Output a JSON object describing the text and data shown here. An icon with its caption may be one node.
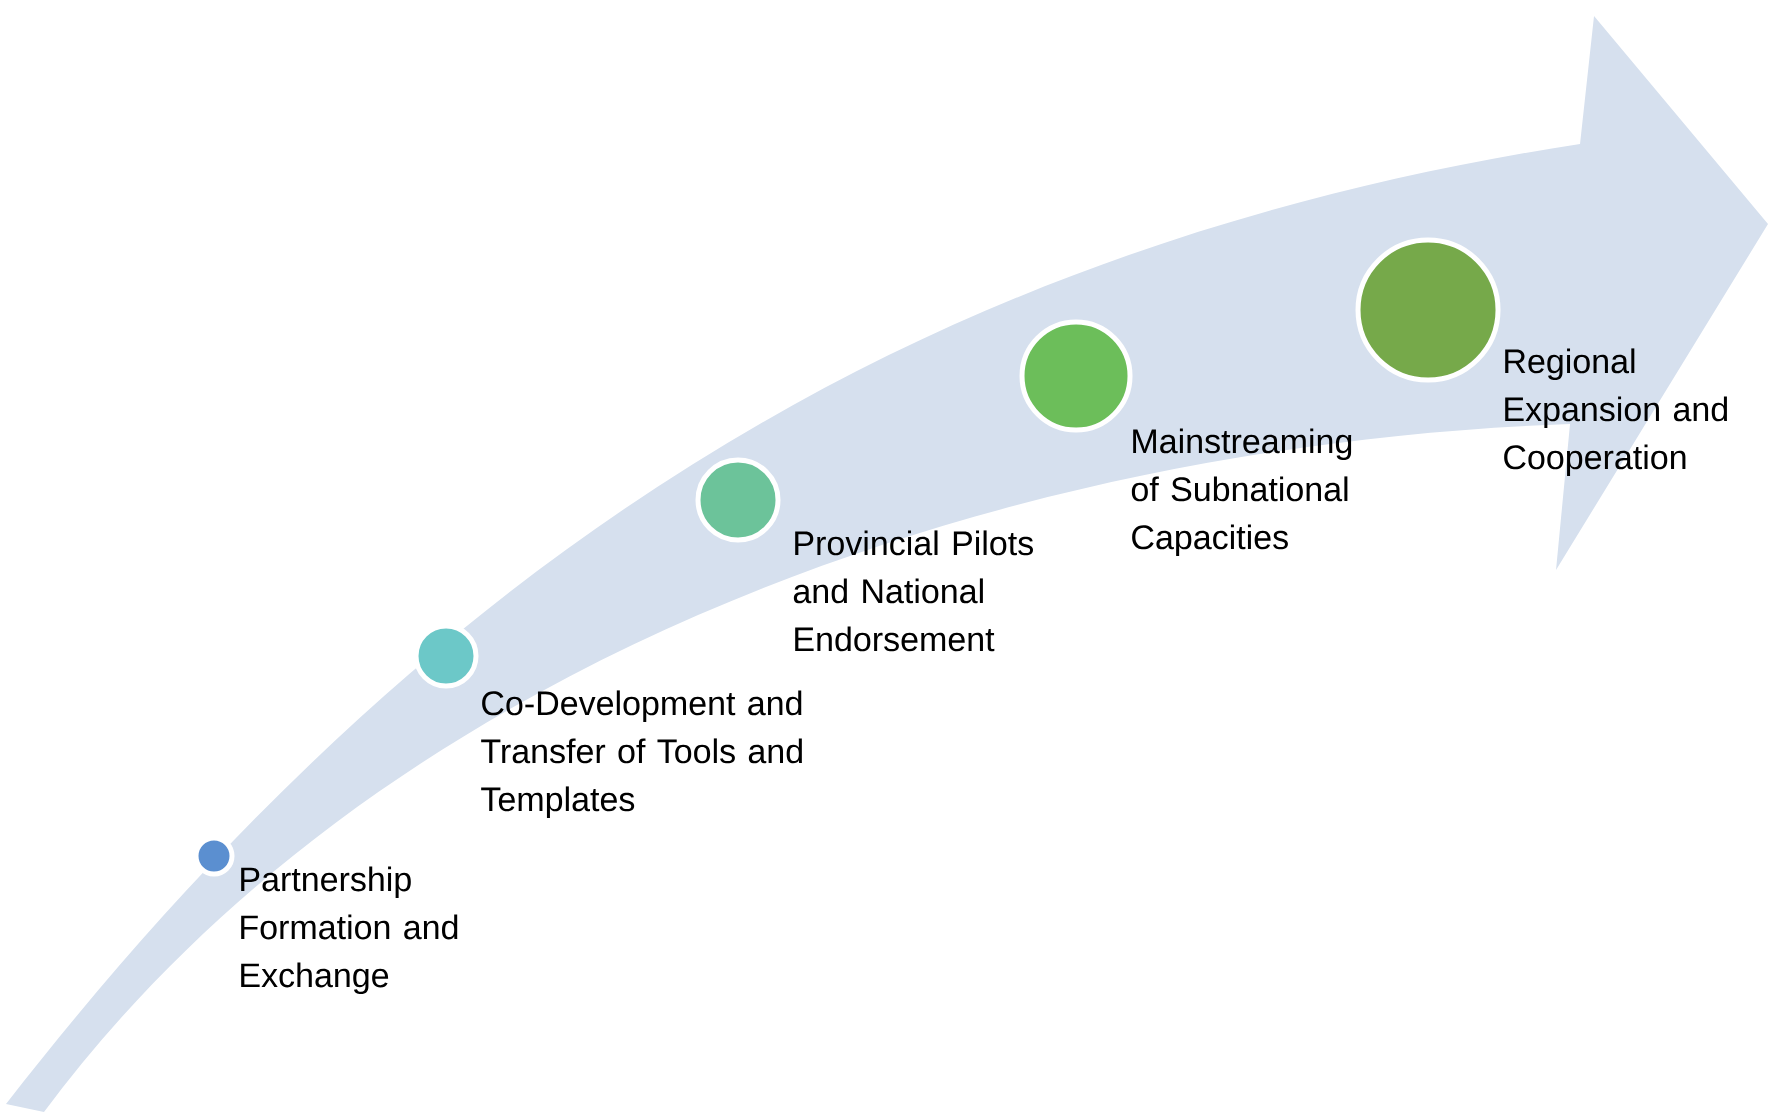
{
  "diagram": {
    "nodes": [
      {
        "text": [],
        "shape": "circle",
        "beside": [
          "Partnership Formation and Exchange"
        ]
      },
      {
        "text": [],
        "shape": "circle",
        "beside": [
          "Co-Development and Transfer of Tools and Templates"
        ]
      },
      {
        "text": [],
        "shape": "circle",
        "beside": [
          "Provincial Pilots and National Endorsement"
        ]
      },
      {
        "text": [],
        "shape": "circle",
        "beside": [
          "Mainstreaming of Subnational Capacities"
        ]
      },
      {
        "text": [],
        "shape": "circle",
        "beside": [
          "Regional Expansion and Cooperation"
        ]
      }
    ]
  }
}
